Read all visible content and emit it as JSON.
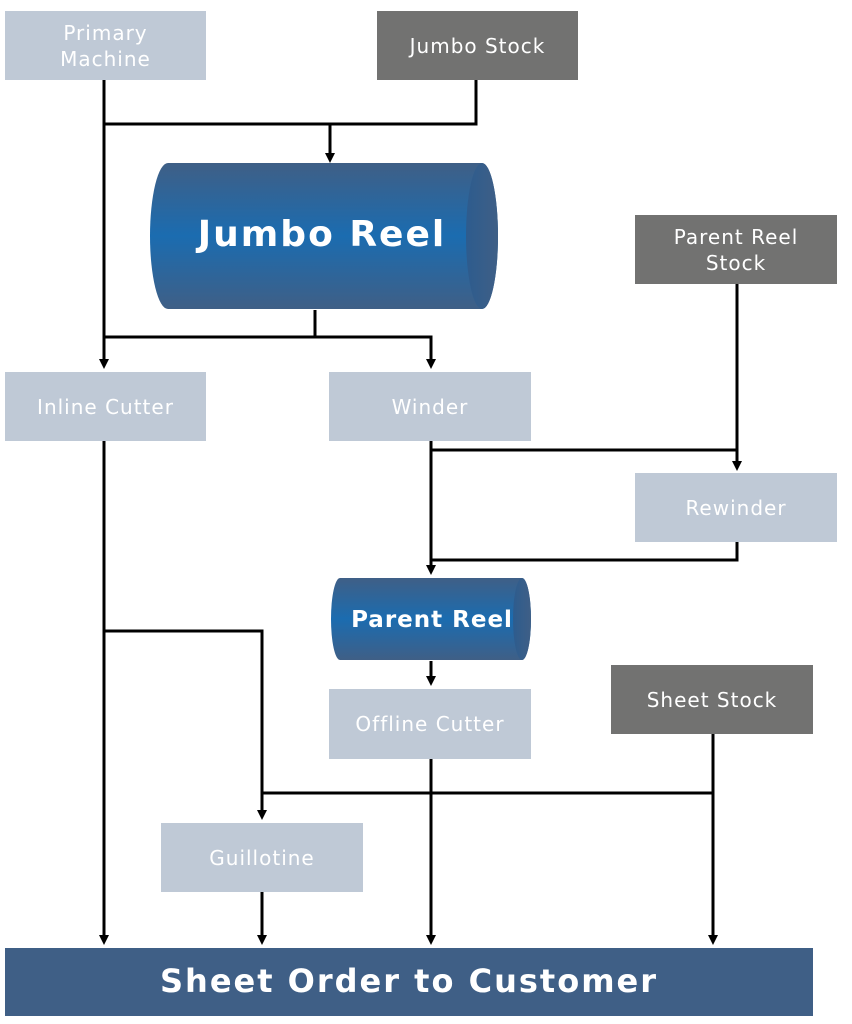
{
  "nodes": {
    "primary_machine": "Primary Machine",
    "jumbo_stock": "Jumbo Stock",
    "jumbo_reel": "Jumbo Reel",
    "parent_reel_stock": "Parent Reel Stock",
    "inline_cutter": "Inline Cutter",
    "winder": "Winder",
    "rewinder": "Rewinder",
    "parent_reel": "Parent Reel",
    "offline_cutter": "Offline Cutter",
    "sheet_stock": "Sheet Stock",
    "guillotine": "Guillotine",
    "sheet_order": "Sheet Order to Customer"
  },
  "colors": {
    "process_box": "#bfc9d6",
    "stock_box": "#727271",
    "reel_blue": "#2a6aa6",
    "final_box": "#3f5f86",
    "connector": "#000000"
  }
}
